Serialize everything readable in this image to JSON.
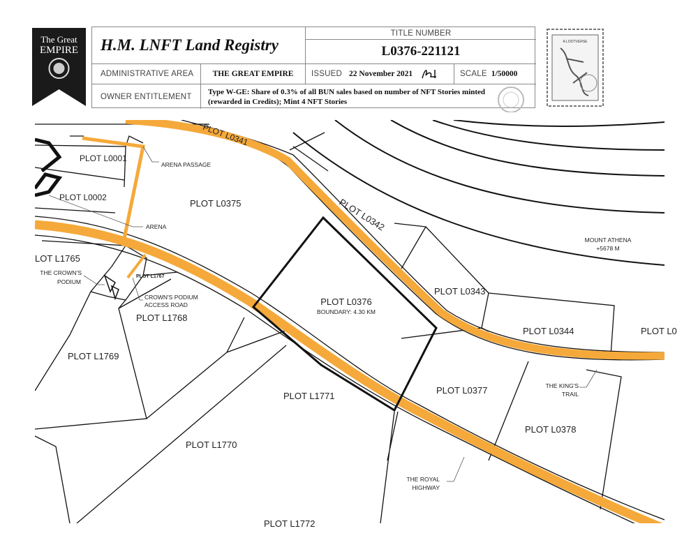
{
  "banner": {
    "line1": "The Great",
    "line2": "EMPIRE"
  },
  "header": {
    "title": "H.M. LNFT Land Registry",
    "title_number_label": "TITLE NUMBER",
    "title_number": "L0376-221121",
    "admin_area_label": "ADMINISTRATIVE AREA",
    "admin_area": "THE GREAT EMPIRE",
    "issued_label": "ISSUED",
    "issued": "22 November 2021",
    "scale_label": "SCALE",
    "scale": "1/50000",
    "owner_label": "OWNER ENTITLEMENT",
    "owner_line1": "Type W-GE: Share of 0.3% of all BUN sales based on number of NFT Stories minted",
    "owner_line2": "(rewarded in Credits); Mint 4 NFT Stories"
  },
  "stamp": {
    "text": "A LOOTVERSE"
  },
  "colors": {
    "road": "#f5a93a",
    "line": "#111111"
  },
  "map": {
    "plots": {
      "l0341": "PLOT L0341",
      "l0001": "PLOT L0001",
      "l0002": "PLOT L0002",
      "l0375": "PLOT L0375",
      "l0342": "PLOT L0342",
      "l1765": "LOT L1765",
      "l1767": "PLOT L1767",
      "l1768": "PLOT L1768",
      "l0376": "PLOT L0376",
      "l0376_boundary": "BOUNDARY: 4.30 KM",
      "l0343": "PLOT L0343",
      "l0344": "PLOT L0344",
      "l0345": "PLOT L0",
      "l1769": "PLOT L1769",
      "l1771": "PLOT L1771",
      "l0377": "PLOT L0377",
      "l0378": "PLOT L0378",
      "l1770": "PLOT L1770",
      "l1772": "PLOT L1772"
    },
    "features": {
      "arena_passage": "ARENA PASSAGE",
      "arena": "ARENA",
      "crowns_podium_1": "THE CROWN'S",
      "crowns_podium_2": "PODIUM",
      "podium_road_1": "CROWN'S PODIUM",
      "podium_road_2": "ACCESS ROAD",
      "mount_1": "MOUNT ATHENA",
      "mount_2": "+5678 M",
      "kings_trail_1": "THE KING'S",
      "kings_trail_2": "TRAIL",
      "royal_hwy_1": "THE ROYAL",
      "royal_hwy_2": "HIGHWAY"
    }
  }
}
